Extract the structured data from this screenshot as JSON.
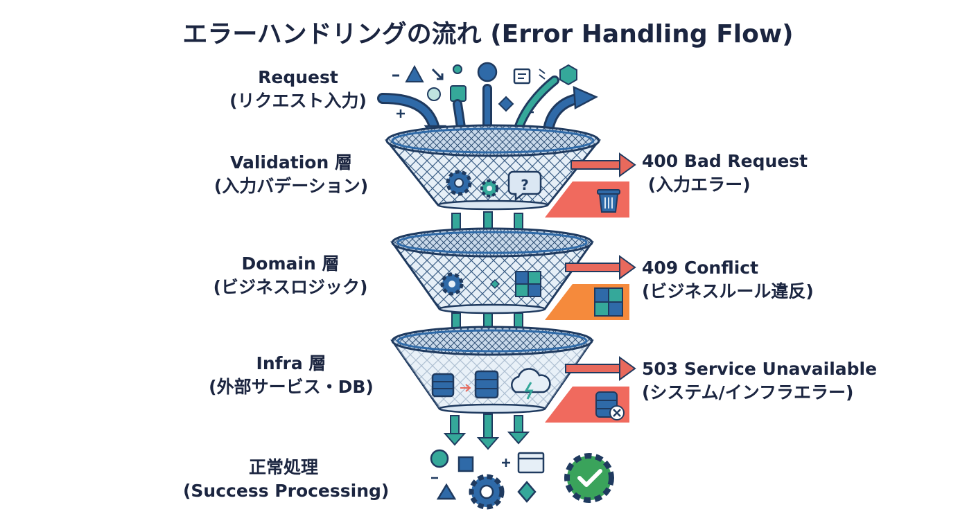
{
  "title": "エラーハンドリングの流れ (Error Handling Flow)",
  "left_labels": {
    "request": {
      "line1": "Request",
      "line2": "(リクエスト入力)"
    },
    "validation": {
      "line1": "Validation 層",
      "line2": "(入力バデーション)"
    },
    "domain": {
      "line1": "Domain 層",
      "line2": "(ビジネスロジック)"
    },
    "infra": {
      "line1": "Infra 層",
      "line2": "(外部サービス・DB)"
    },
    "success": {
      "line1": "正常処理",
      "line2": "(Success Processing)"
    }
  },
  "errors": {
    "validation": {
      "line1": "400 Bad Request",
      "line2": " (入力エラー)",
      "icon": "trash-icon",
      "color": "#f06a5e"
    },
    "domain": {
      "line1": "409 Conflict",
      "line2": "(ビジネスルール違反)",
      "icon": "puzzle-icon",
      "color": "#f58a3c"
    },
    "infra": {
      "line1": "503 Service Unavailable",
      "line2": "(システム/インフラエラー)",
      "icon": "database-error-icon",
      "color": "#f06a5e"
    }
  },
  "colors": {
    "navy": "#2f5d91",
    "teal": "#35a89a",
    "outline": "#1f3a5f",
    "arrow_red": "#e8695c",
    "success_green": "#3aa35b"
  }
}
